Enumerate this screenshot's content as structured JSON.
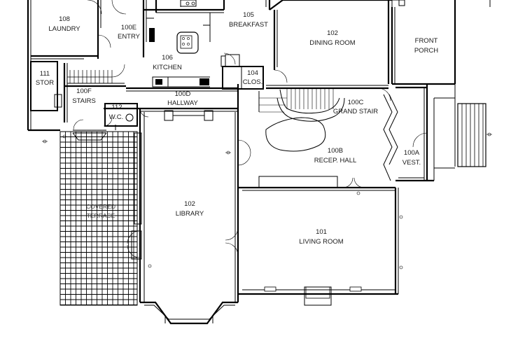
{
  "rooms": {
    "laundry": {
      "number": "108",
      "name": "LAUNDRY"
    },
    "entry": {
      "number": "100E",
      "name": "ENTRY"
    },
    "breakfast": {
      "number": "105",
      "name": "BREAKFAST"
    },
    "dining_room": {
      "number": "102",
      "name": "DINING ROOM"
    },
    "front_porch": {
      "line1": "FRONT",
      "line2": "PORCH"
    },
    "stor": {
      "number": "111",
      "name": "STOR"
    },
    "kitchen": {
      "number": "106",
      "name": "KITCHEN"
    },
    "closet": {
      "number": "104",
      "name": "CLOS."
    },
    "stairs": {
      "number": "100F",
      "name": "STAIRS"
    },
    "hallway": {
      "number": "100D",
      "name": "HALLWAY"
    },
    "grand_stair": {
      "number": "100C",
      "name": "GRAND STAIR"
    },
    "wc": {
      "number": "112",
      "name": "W.C."
    },
    "reception_hall": {
      "number": "100B",
      "name": "RECEP. HALL"
    },
    "vestibule": {
      "number": "100A",
      "name": "VEST."
    },
    "covered_terrace": {
      "line1": "COVERED",
      "line2": "TERRACE"
    },
    "library": {
      "number": "102",
      "name": "LIBRARY"
    },
    "living_room": {
      "number": "101",
      "name": "LIVING ROOM"
    }
  }
}
